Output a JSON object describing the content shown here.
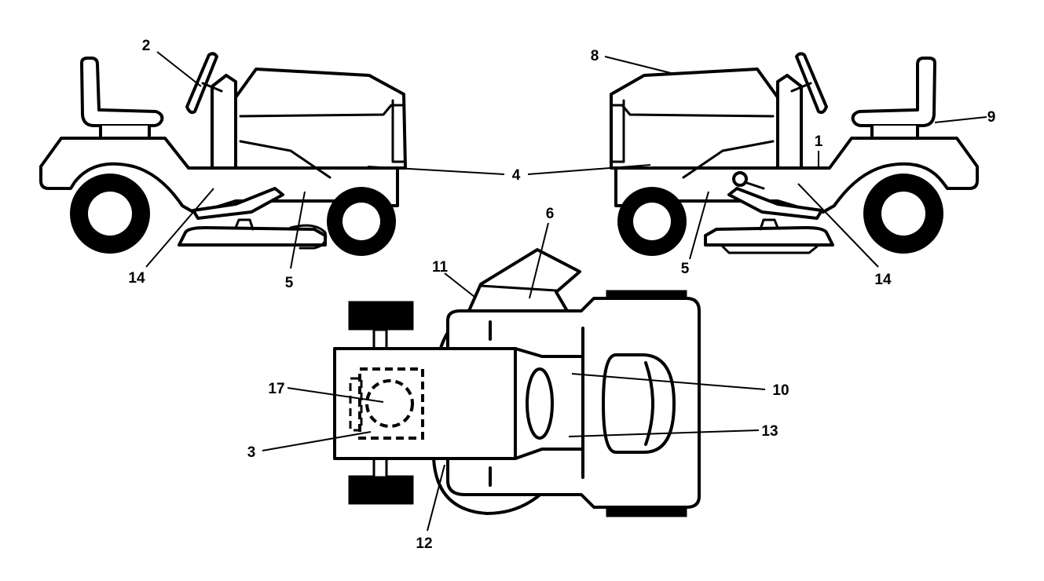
{
  "callouts": {
    "c1": "1",
    "c2": "2",
    "c3": "3",
    "c4": "4",
    "c5_left": "5",
    "c5_right": "5",
    "c6": "6",
    "c8": "8",
    "c9": "9",
    "c10": "10",
    "c11": "11",
    "c12": "12",
    "c13": "13",
    "c14_left": "14",
    "c14_right": "14",
    "c17": "17"
  }
}
